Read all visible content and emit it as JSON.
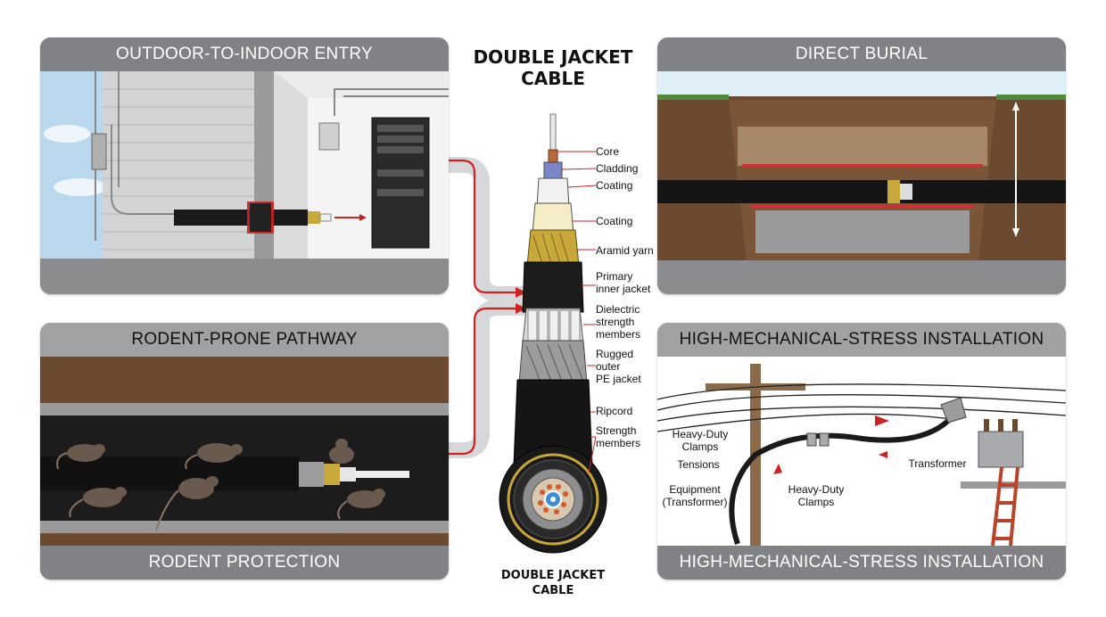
{
  "center": {
    "title_line1": "DOUBLE JACKET",
    "title_line2": "CABLE",
    "bottom_line1": "DOUBLE JACKET",
    "bottom_line2": "CABLE",
    "layers": [
      {
        "lines": [
          "Core"
        ]
      },
      {
        "lines": [
          "Cladding"
        ]
      },
      {
        "lines": [
          "Coating"
        ]
      },
      {
        "lines": [
          "Coating"
        ]
      },
      {
        "lines": [
          "Aramid yarn"
        ]
      },
      {
        "lines": [
          "Primary",
          "inner jacket"
        ]
      },
      {
        "lines": [
          "Dielectric",
          "strength",
          "members"
        ]
      },
      {
        "lines": [
          "Rugged",
          "outer",
          "PE jacket"
        ]
      },
      {
        "lines": [
          "Ripcord"
        ]
      },
      {
        "lines": [
          "Strength",
          "members"
        ]
      }
    ]
  },
  "panels": {
    "outdoor": {
      "title": "OUTDOOR-TO-INDOOR ENTRY"
    },
    "burial": {
      "title": "DIRECT BURIAL"
    },
    "rodent": {
      "title": "RODENT-PRONE PATHWAY",
      "footer": "RODENT PROTECTION"
    },
    "stress": {
      "title": "HIGH-MECHANICAL-STRESS INSTALLATION",
      "footer": "HIGH-MECHANICAL-STRESS INSTALLATION",
      "labels": {
        "clamps_left": [
          "Heavy-Duty",
          "Clamps"
        ],
        "tensions": "Tensions",
        "equipment": [
          "Equipment",
          "(Transformer)"
        ],
        "clamps_mid": [
          "Heavy-Duty",
          "Clamps"
        ],
        "transformer": "Transformer"
      }
    }
  },
  "colors": {
    "panel_header": "#808285",
    "accent_red": "#cc2222",
    "connector_gray": "#d6d7d8",
    "cable_black": "#1a1a1a",
    "aramid_gold": "#c9a83a"
  }
}
